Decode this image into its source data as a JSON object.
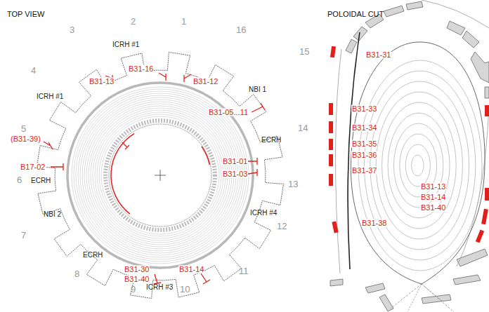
{
  "diagram": {
    "labels": [
      "TOP VIEW",
      "POLOIDAL CUT",
      "1",
      "2",
      "3",
      "4",
      "5",
      "6",
      "7",
      "8",
      "9",
      "10",
      "11",
      "12",
      "13",
      "14",
      "15",
      "16",
      "ICRH #1",
      "ICRH #1",
      "NBI 1",
      "ECRH",
      "ECRH",
      "NBI 2",
      "ECRH",
      "ICRH #4",
      "ICRH #3",
      "B31-13",
      "B31-16",
      "B31-12",
      "B31-05...11",
      "B31-01",
      "B31-03",
      "(B31-39)",
      "B17-02",
      "B31-30",
      "B31-40",
      "B31-14",
      "B31-31",
      "B31-33",
      "B31-34",
      "B31-35",
      "B31-36",
      "B31-37",
      "B31-38",
      "B31-13",
      "B31-14",
      "B31-40"
    ]
  }
}
